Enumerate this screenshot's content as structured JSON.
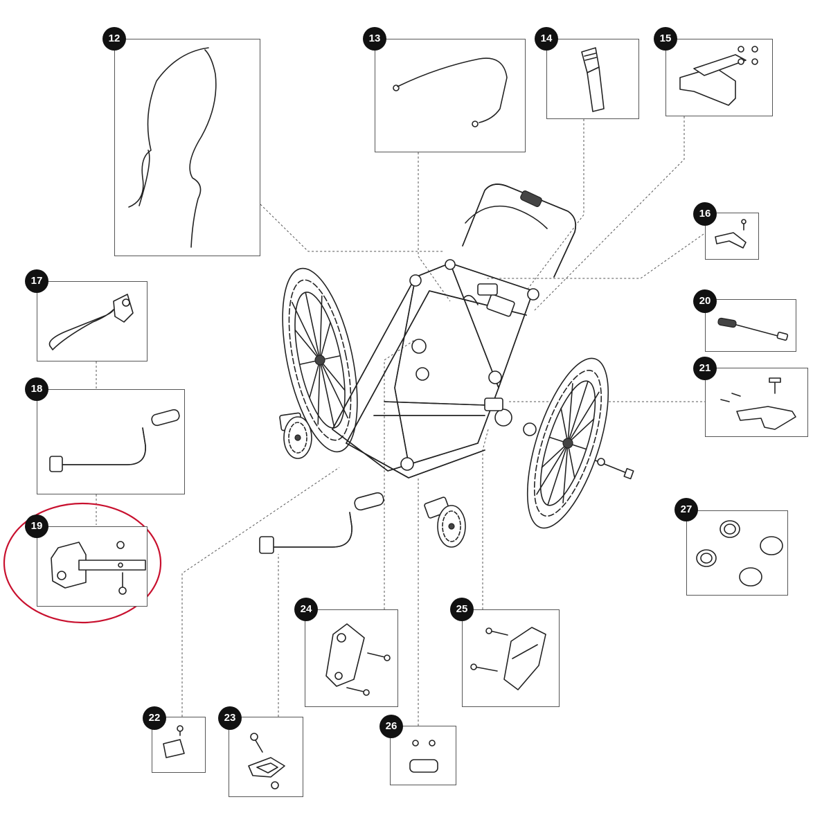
{
  "parts": [
    {
      "id": "12",
      "label": "12",
      "name": "canopy wire frame"
    },
    {
      "id": "13",
      "label": "13",
      "name": "bumper wire"
    },
    {
      "id": "14",
      "label": "14",
      "name": "strap buckle"
    },
    {
      "id": "15",
      "label": "15",
      "name": "bracket plate and screws"
    },
    {
      "id": "16",
      "label": "16",
      "name": "clip and screw"
    },
    {
      "id": "17",
      "label": "17",
      "name": "safety leash with hitch"
    },
    {
      "id": "18",
      "label": "18",
      "name": "tow arm"
    },
    {
      "id": "19",
      "label": "19",
      "name": "hitch coupling",
      "highlighted": true
    },
    {
      "id": "20",
      "label": "20",
      "name": "pin"
    },
    {
      "id": "21",
      "label": "21",
      "name": "brake lever with screws"
    },
    {
      "id": "22",
      "label": "22",
      "name": "pad and screw"
    },
    {
      "id": "23",
      "label": "23",
      "name": "hinge bracket"
    },
    {
      "id": "24",
      "label": "24",
      "name": "left side plate"
    },
    {
      "id": "25",
      "label": "25",
      "name": "right side plate"
    },
    {
      "id": "26",
      "label": "26",
      "name": "reflector and screws"
    },
    {
      "id": "27",
      "label": "27",
      "name": "wheel caps"
    }
  ],
  "colors": {
    "line": "#222222",
    "badge": "#111111",
    "highlight": "#c8102e"
  }
}
